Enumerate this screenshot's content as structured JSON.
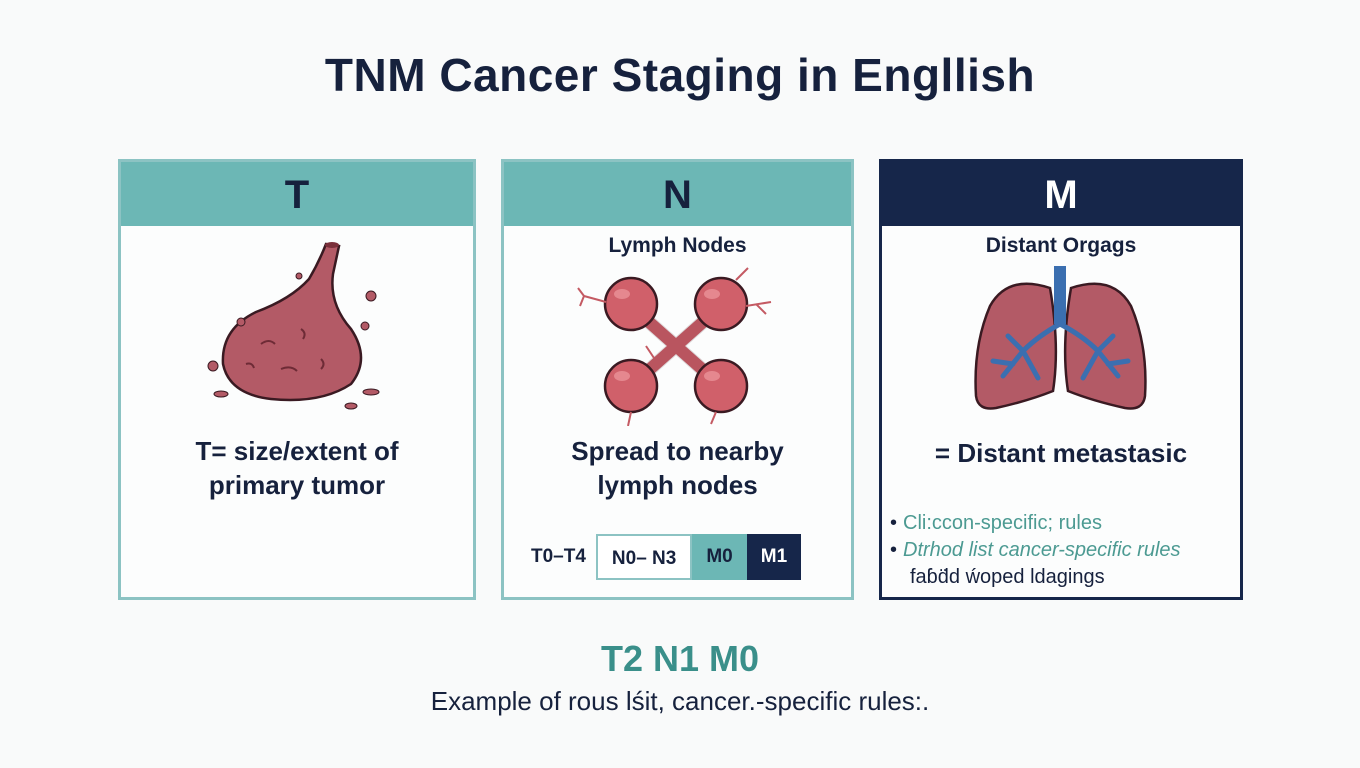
{
  "title": "TNM Cancer Staging in Engllish",
  "colors": {
    "teal": "#6cb7b5",
    "navy": "#16264a",
    "tumor": "#b35a66",
    "airway": "#3b6fb0"
  },
  "cards": [
    {
      "letter": "T",
      "subtitle": "",
      "icon": "tumor-icon",
      "desc_line1": "T= size/extent of",
      "desc_line2": "primary tumor"
    },
    {
      "letter": "N",
      "subtitle": "Lymph Nodes",
      "icon": "lymph-nodes-icon",
      "desc_line1": "Spread to nearby",
      "desc_line2": "lymph nodes"
    },
    {
      "letter": "M",
      "subtitle": "Distant Orgags",
      "icon": "lungs-icon",
      "desc_line1": "= Distant metastasic",
      "desc_line2": ""
    }
  ],
  "scale": {
    "label": "T0–T4",
    "items": [
      "N0– N3",
      "M0",
      "M1"
    ]
  },
  "bullets": [
    "Cli:ccon-specific; rules",
    "Dtrhod list cancer-specific rules"
  ],
  "bullet_footer": "faɓd̈d ẃoped ldagings",
  "example": {
    "stage": "T2 N1 M0",
    "note": "Example of rous lśit, cancer.-specific rules:."
  }
}
